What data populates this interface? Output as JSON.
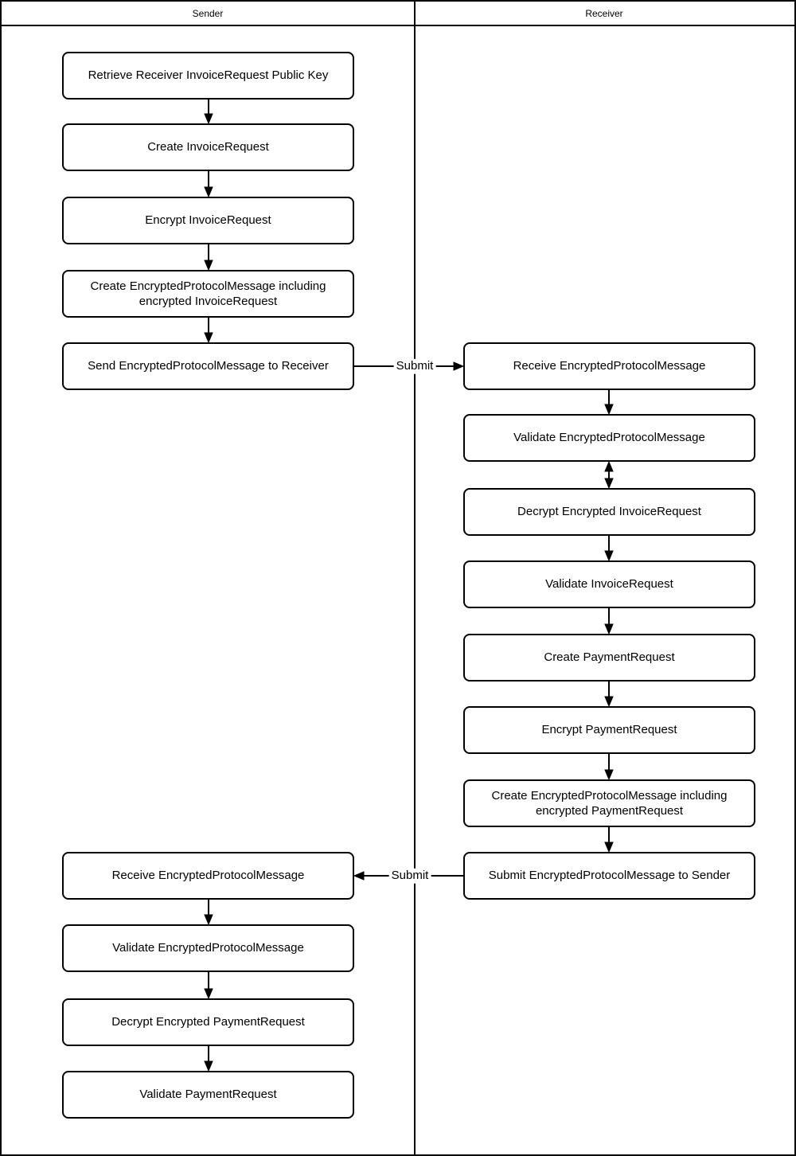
{
  "diagram": {
    "lanes": [
      {
        "title": "Sender"
      },
      {
        "title": "Receiver"
      }
    ],
    "sender_nodes": [
      {
        "label": "Retrieve Receiver InvoiceRequest Public Key"
      },
      {
        "label": "Create InvoiceRequest"
      },
      {
        "label": "Encrypt InvoiceRequest"
      },
      {
        "label": "Create EncryptedProtocolMessage including encrypted InvoiceRequest"
      },
      {
        "label": "Send EncryptedProtocolMessage to Receiver"
      },
      {
        "label": "Receive EncryptedProtocolMessage"
      },
      {
        "label": "Validate EncryptedProtocolMessage"
      },
      {
        "label": "Decrypt Encrypted PaymentRequest"
      },
      {
        "label": "Validate PaymentRequest"
      }
    ],
    "receiver_nodes": [
      {
        "label": "Receive EncryptedProtocolMessage"
      },
      {
        "label": "Validate EncryptedProtocolMessage"
      },
      {
        "label": "Decrypt Encrypted InvoiceRequest"
      },
      {
        "label": "Validate InvoiceRequest"
      },
      {
        "label": "Create PaymentRequest"
      },
      {
        "label": "Encrypt PaymentRequest"
      },
      {
        "label": "Create EncryptedProtocolMessage including encrypted PaymentRequest"
      },
      {
        "label": "Submit EncryptedProtocolMessage to Sender"
      }
    ],
    "connectors": [
      {
        "label": "Submit",
        "direction": "sender-to-receiver"
      },
      {
        "label": "Submit",
        "direction": "receiver-to-sender"
      }
    ],
    "colors": {
      "stroke": "#000000",
      "background": "#ffffff",
      "node_fill": "#ffffff"
    }
  }
}
